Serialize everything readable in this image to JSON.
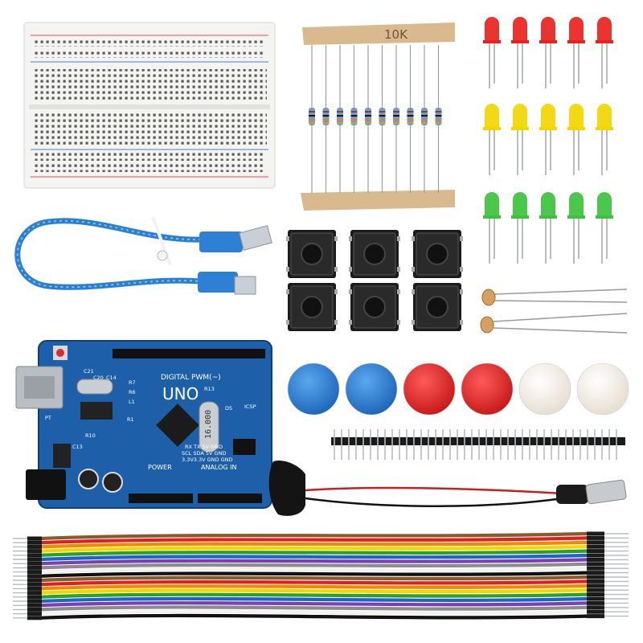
{
  "resistor_tape": {
    "label": "10K",
    "count": 10
  },
  "leds": {
    "per_row": 5,
    "colors": [
      "#e8231e",
      "#f2d600",
      "#3cc23c"
    ]
  },
  "buttons": {
    "count": 6
  },
  "caps": {
    "colors": [
      "#2d7fd6",
      "#2d7fd6",
      "#e02a2a",
      "#e02a2a",
      "#f3ece4",
      "#f3ece4"
    ]
  },
  "board": {
    "model": "UNO",
    "header_label": "DIGITAL PWM(~)",
    "analog_label": "ANALOG IN",
    "power_label": "POWER",
    "crystal_label": "16.000",
    "pin_labels": "RX TX 5V GND",
    "pin_labels2": "SCL SDA 5V GND",
    "pin_labels3": "3.3V3.3V GND GND",
    "labels": [
      "C21",
      "C20",
      "C14",
      "R7",
      "R6",
      "L1",
      "R1",
      "C13",
      "R10",
      "R13",
      "D5",
      "ICSP",
      "PT"
    ],
    "color": "#1d5fa8"
  },
  "jumper_colors": [
    "#8b5a2b",
    "#e02020",
    "#f08a00",
    "#f2d600",
    "#2aa02a",
    "#2060d0",
    "#7a3fb0",
    "#8c8c8c",
    "#f2f2f2",
    "#111111"
  ]
}
